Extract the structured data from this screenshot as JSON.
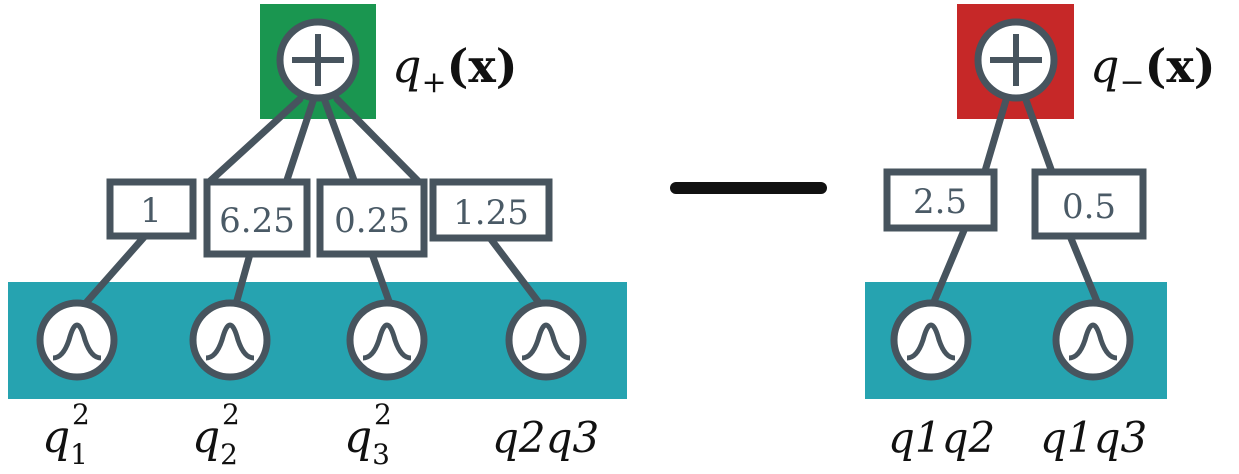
{
  "colors": {
    "positive_sum_bg": "#1a9650",
    "negative_sum_bg": "#c62828",
    "leaf_bg": "#26a3b0",
    "node_stroke": "#47545e",
    "weight_text": "#4a5a66",
    "minus_sign": "#111111"
  },
  "left_circuit": {
    "root_icon": "sum-node-icon",
    "output_label": {
      "base": "q",
      "sub": "+",
      "args": "(x)"
    },
    "weights": [
      "1",
      "6.25",
      "0.25",
      "1.25"
    ],
    "leaf_icon": "gaussian-leaf-icon",
    "leaves": [
      {
        "base": "q",
        "sub": "1",
        "sup": "2"
      },
      {
        "base": "q",
        "sub": "2",
        "sup": "2"
      },
      {
        "base": "q",
        "sub": "3",
        "sup": "2"
      },
      {
        "label": "q2q3"
      }
    ]
  },
  "operator": "minus-sign",
  "right_circuit": {
    "root_icon": "sum-node-icon",
    "output_label": {
      "base": "q",
      "sub": "−",
      "args": "(x)"
    },
    "weights": [
      "2.5",
      "0.5"
    ],
    "leaf_icon": "gaussian-leaf-icon",
    "leaves": [
      {
        "label": "q1q2"
      },
      {
        "label": "q1q3"
      }
    ]
  }
}
